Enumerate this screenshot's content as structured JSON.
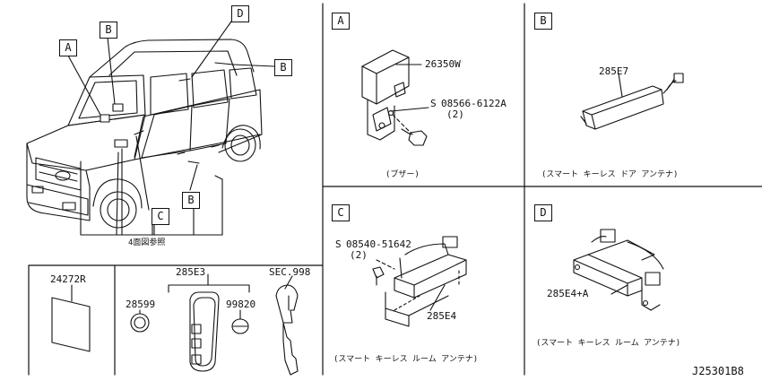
{
  "diagram": {
    "letters": {
      "a": "A",
      "b": "B",
      "c": "C",
      "d": "D"
    },
    "parts": {
      "buzzer": "26350W",
      "screw_a": "08566-6122A",
      "screw_a_qty": "(2)",
      "door_antenna": "285E7",
      "screw_c": "08540-51642",
      "screw_c_qty": "(2)",
      "room_antenna_c": "285E4",
      "room_antenna_d": "285E4+A",
      "card": "24272R",
      "key_set": "285E3",
      "cap_part": "28599",
      "emblem": "99820",
      "sec_ref": "SEC.998"
    },
    "captions": {
      "a": "(ブザー)",
      "b": "(スマート キーレス ドア アンテナ)",
      "c": "(スマート キーレス ルーム アンテナ)",
      "d": "(スマート キーレス ルーム アンテナ)",
      "vehicle": "4面図参照"
    },
    "drawing_number": "J25301B8",
    "screw_symbol": "S"
  }
}
